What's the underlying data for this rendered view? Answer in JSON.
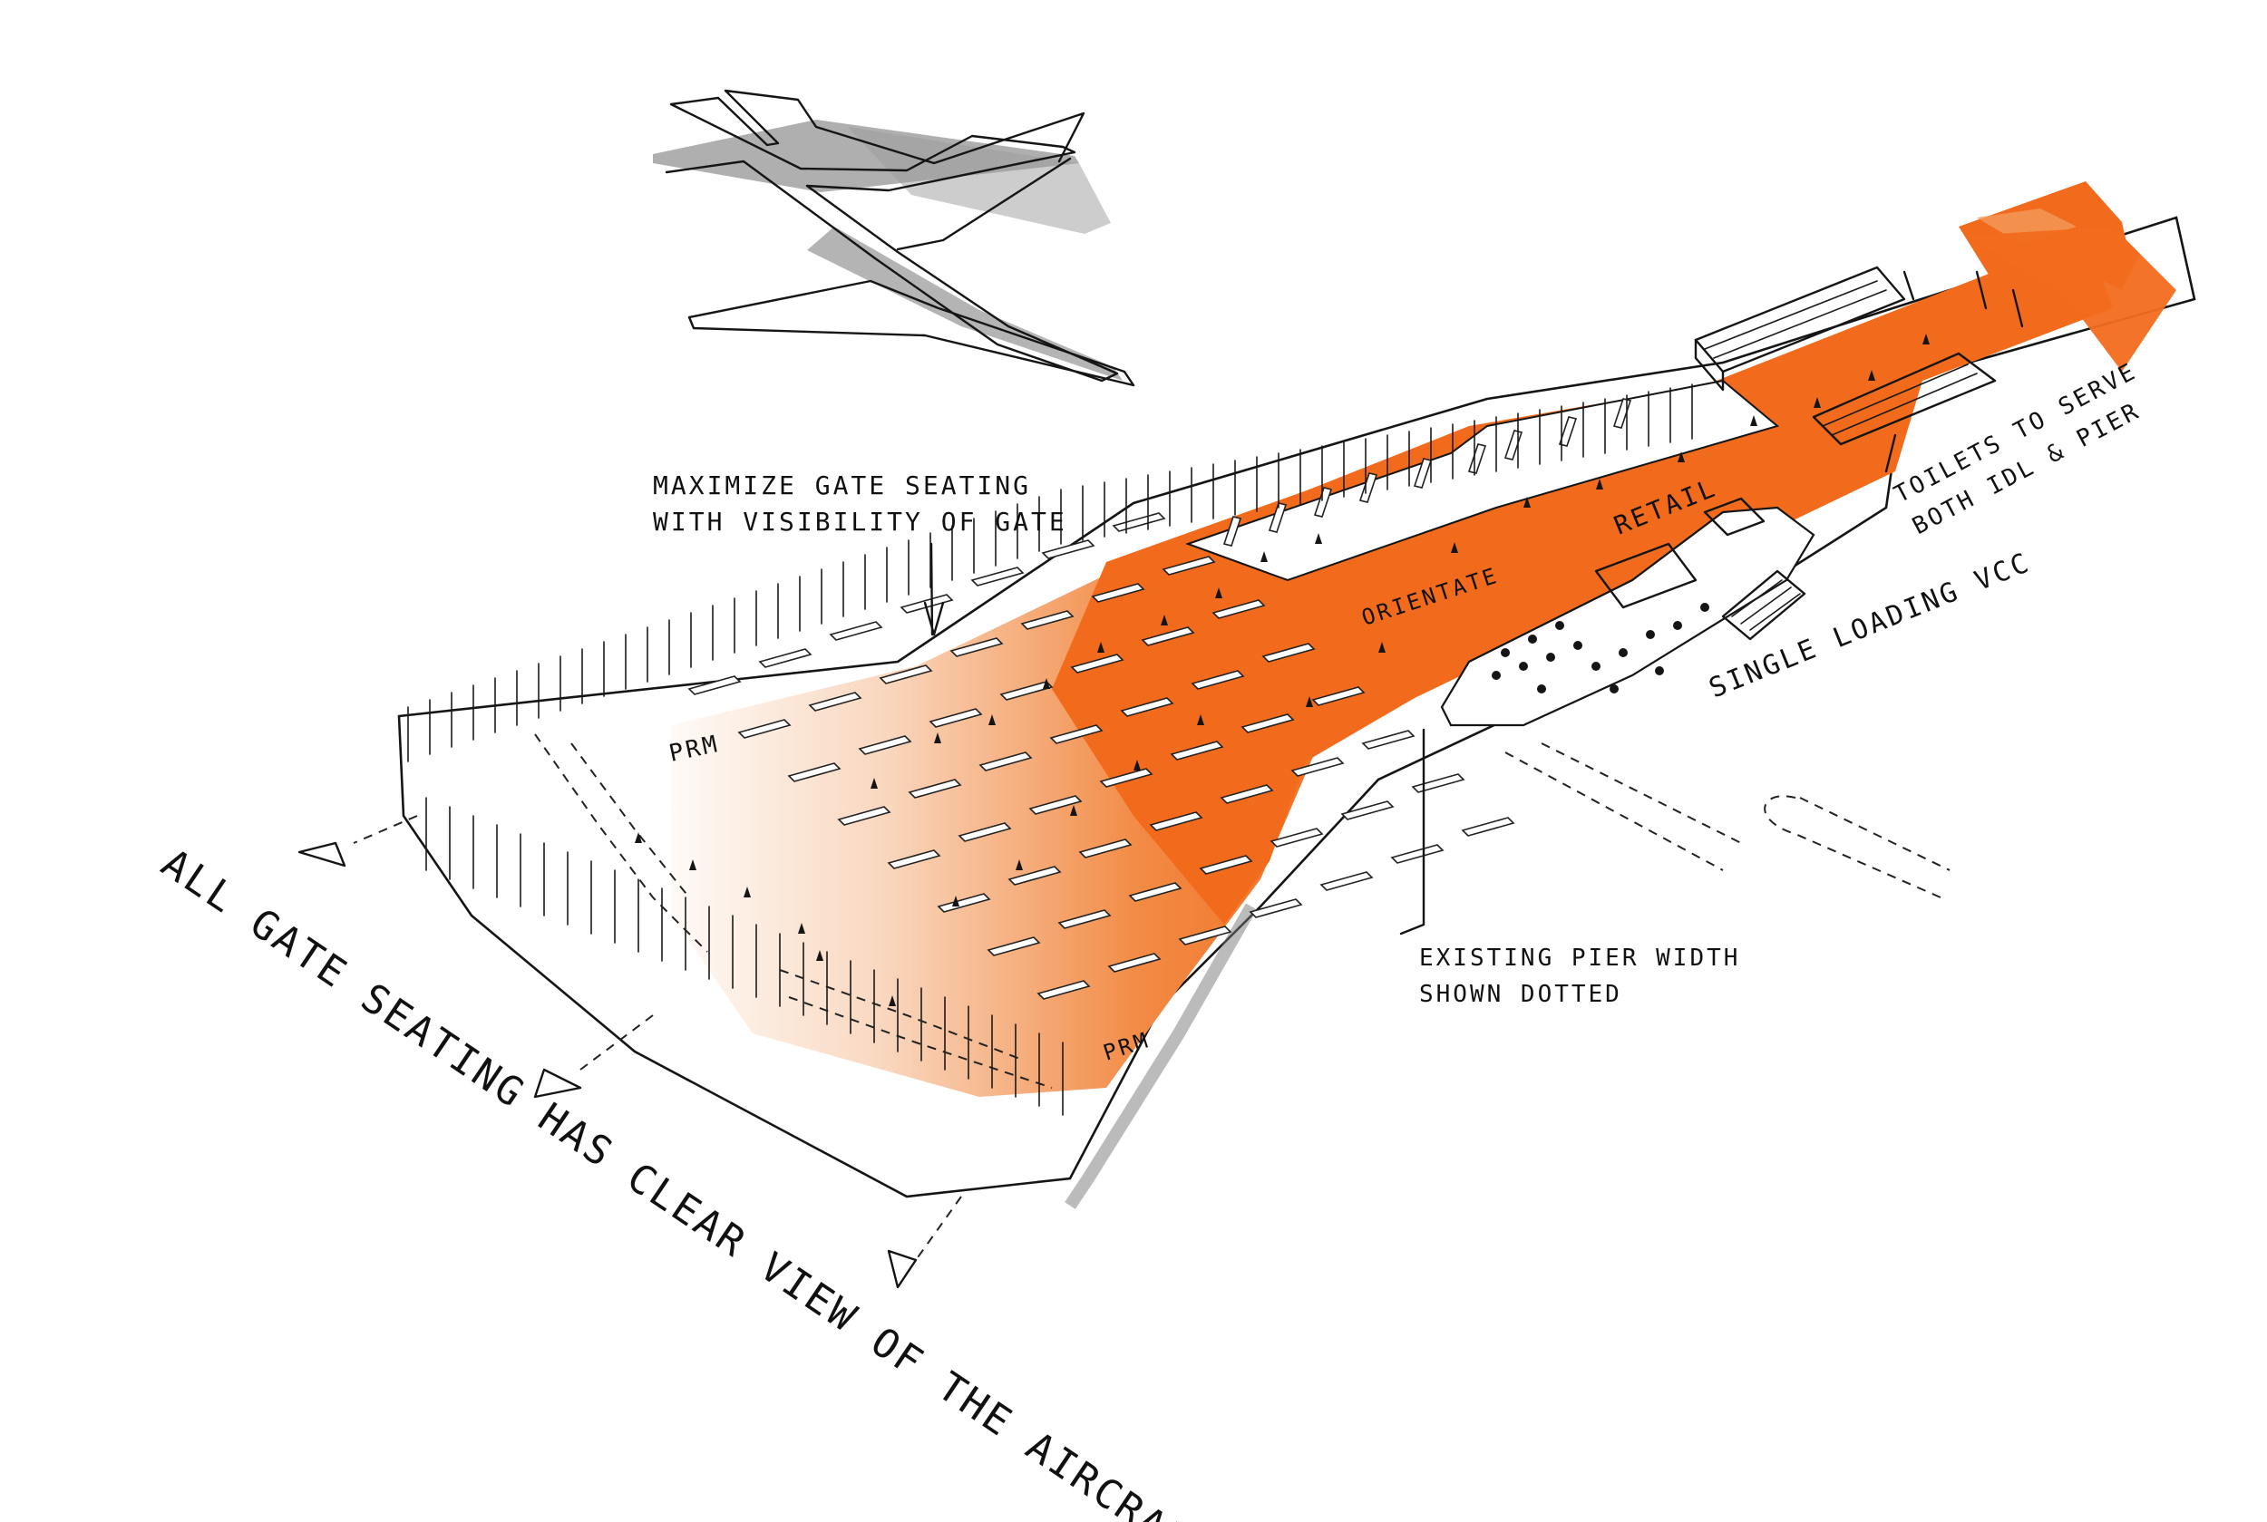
{
  "annotations": {
    "maximize_line1": "MAXIMIZE GATE SEATING",
    "maximize_line2": "WITH VISIBILITY OF GATE",
    "toilets_line1": "TOILETS TO SERVE",
    "toilets_line2": "BOTH IDL & PIER",
    "single_loading": "SINGLE LOADING VCC",
    "existing_line1": "EXISTING PIER WIDTH",
    "existing_line2": "SHOWN DOTTED",
    "all_gate": "ALL GATE SEATING HAS CLEAR VIEW OF THE AIRCRAFT"
  },
  "labels": {
    "prm_left": "PRM",
    "prm_right": "PRM",
    "orientate": "ORIENTATE",
    "retail": "RETAIL"
  },
  "colors": {
    "accent": "#f26b1d",
    "accent_light": "#f7c8a6",
    "ink": "#151515",
    "shadow": "#8e8e8e"
  },
  "icons": {
    "aircraft": "aircraft-sketch-icon",
    "view_arrow": "view-arrow-icon"
  }
}
